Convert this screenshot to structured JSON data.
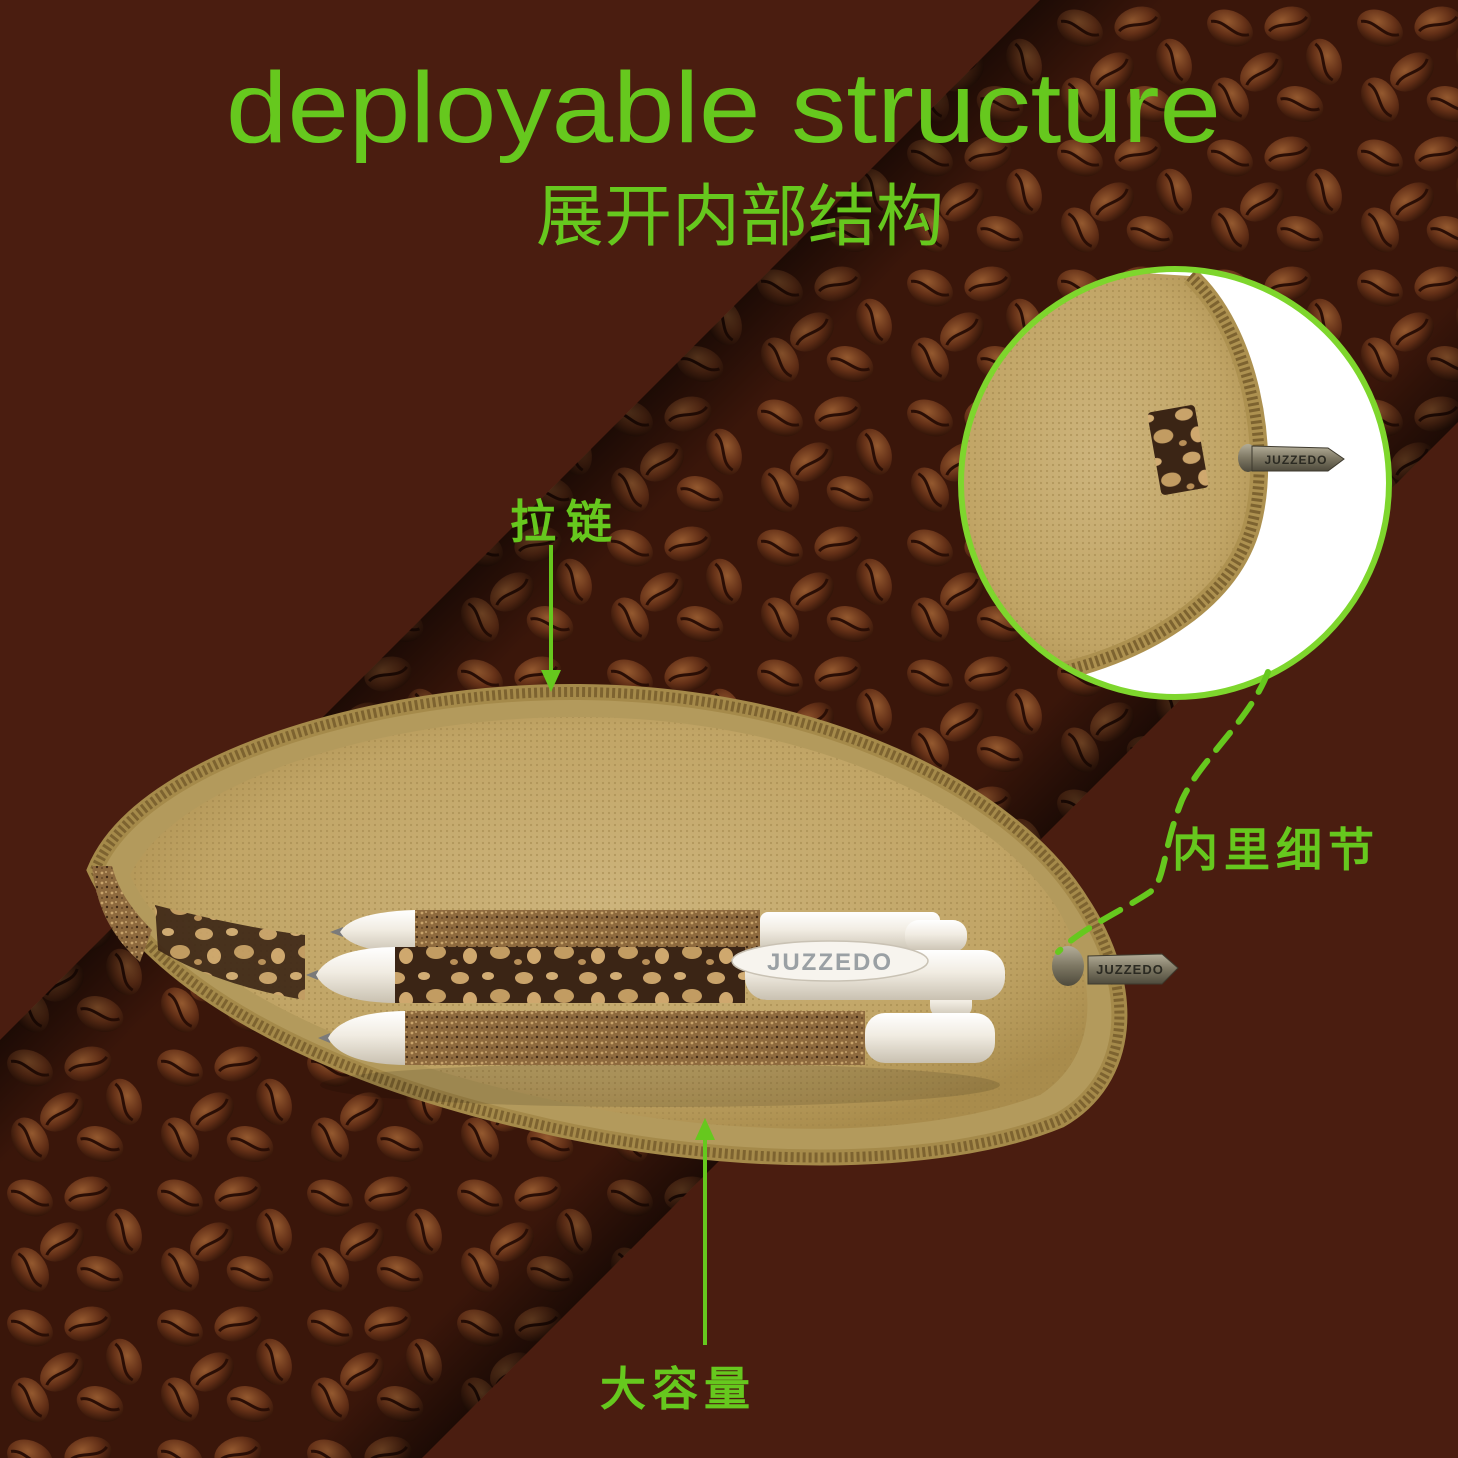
{
  "header": {
    "title": "deployable structure",
    "subtitle": "展开内部结构"
  },
  "callouts": {
    "zipper": "拉链",
    "inner_detail": "内里细节",
    "capacity": "大容量"
  },
  "product": {
    "brand": "JUZZEDO"
  },
  "colors": {
    "background": "#4a1d10",
    "accent": "#66c81e",
    "inset_border": "#7ed62d",
    "lining": "#c4a867"
  }
}
